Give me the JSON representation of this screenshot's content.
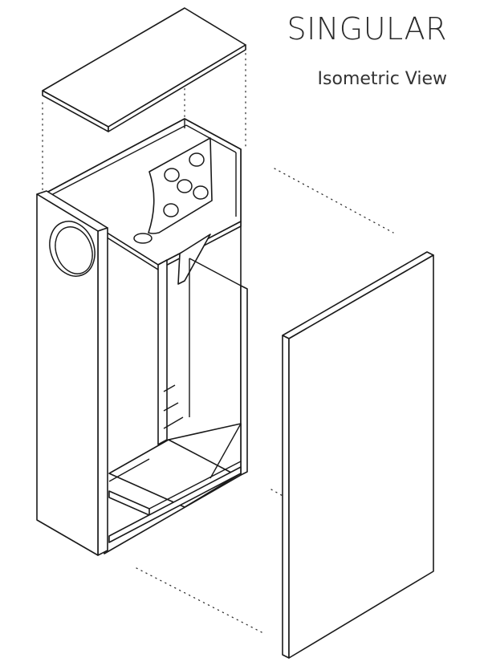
{
  "header": {
    "title": "SINGULAR",
    "subtitle": "Isometric View"
  },
  "drawing": {
    "port_holes_count": 5,
    "line_color": "#1a1a1a",
    "background": "#ffffff"
  }
}
